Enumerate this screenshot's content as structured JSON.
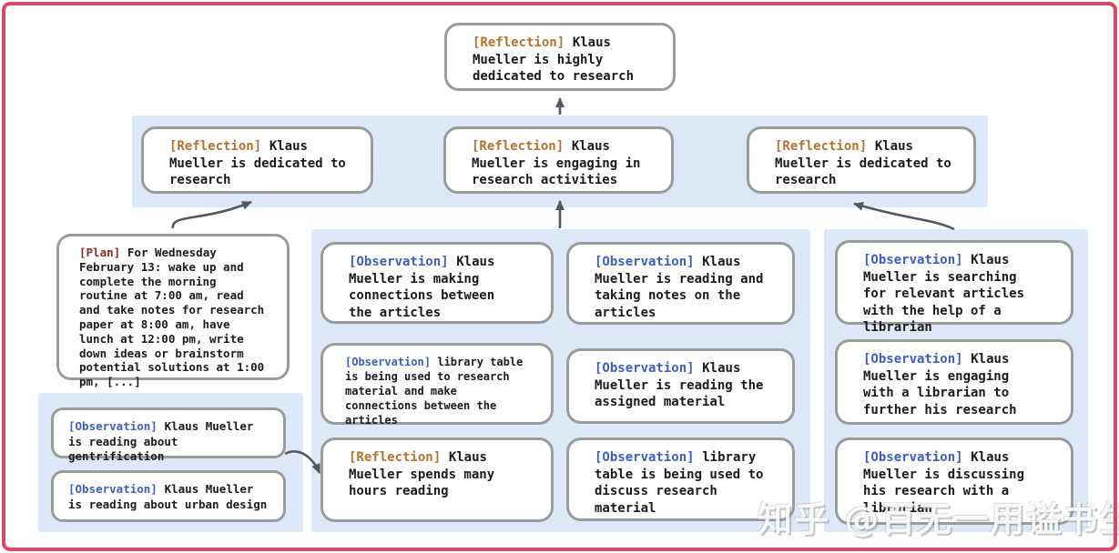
{
  "colors": {
    "frame_border": "#d84a5f",
    "band_background": "#dde9f8",
    "box_border": "#9b9b9b",
    "reflection_tag": "#b5732d",
    "observation_tag": "#3c5ec4",
    "plan_tag": "#8e2a24",
    "body_text": "#1b1b1b",
    "arrow": "#54585e"
  },
  "nodes": {
    "top": {
      "tag": "[Reflection]",
      "text": "Klaus Mueller is highly dedicated to research"
    },
    "ref1": {
      "tag": "[Reflection]",
      "text": "Klaus Mueller is dedicated to research"
    },
    "ref2": {
      "tag": "[Reflection]",
      "text": "Klaus Mueller is engaging in research activities"
    },
    "ref3": {
      "tag": "[Reflection]",
      "text": "Klaus Mueller is dedicated to research"
    },
    "plan": {
      "tag": "[Plan]",
      "text": "For Wednesday February 13: wake up and complete the morning routine at 7:00 am, read and take notes for research paper at 8:00 am, have lunch at 12:00 pm, write down ideas or brainstorm potential solutions at 1:00 pm, [...]"
    },
    "obs_gentrification": {
      "tag": "[Observation]",
      "text": "Klaus Mueller is reading about gentrification"
    },
    "obs_urban_design": {
      "tag": "[Observation]",
      "text": "Klaus Mueller is reading about urban design"
    },
    "obs_connections": {
      "tag": "[Observation]",
      "text": "Klaus Mueller is making connections between the articles"
    },
    "obs_library_research": {
      "tag": "[Observation]",
      "text": "library table is being used to research material and make connections between the articles"
    },
    "ref_hours_reading": {
      "tag": "[Reflection]",
      "text": "Klaus Mueller spends many hours reading"
    },
    "obs_taking_notes": {
      "tag": "[Observation]",
      "text": "Klaus Mueller is reading and taking notes on the articles"
    },
    "obs_assigned_material": {
      "tag": "[Observation]",
      "text": "Klaus Mueller is reading the assigned material"
    },
    "obs_library_discuss": {
      "tag": "[Observation]",
      "text": "library table is being used to discuss research material"
    },
    "obs_searching_articles": {
      "tag": "[Observation]",
      "text": "Klaus Mueller is searching for relevant articles with the help of a librarian"
    },
    "obs_engaging_librarian": {
      "tag": "[Observation]",
      "text": "Klaus Mueller is engaging with a librarian to further his research"
    },
    "obs_discussing_librarian": {
      "tag": "[Observation]",
      "text": "Klaus Mueller is discussing his research with a librarian"
    }
  },
  "watermark": "知乎 @百无一用谥书生"
}
